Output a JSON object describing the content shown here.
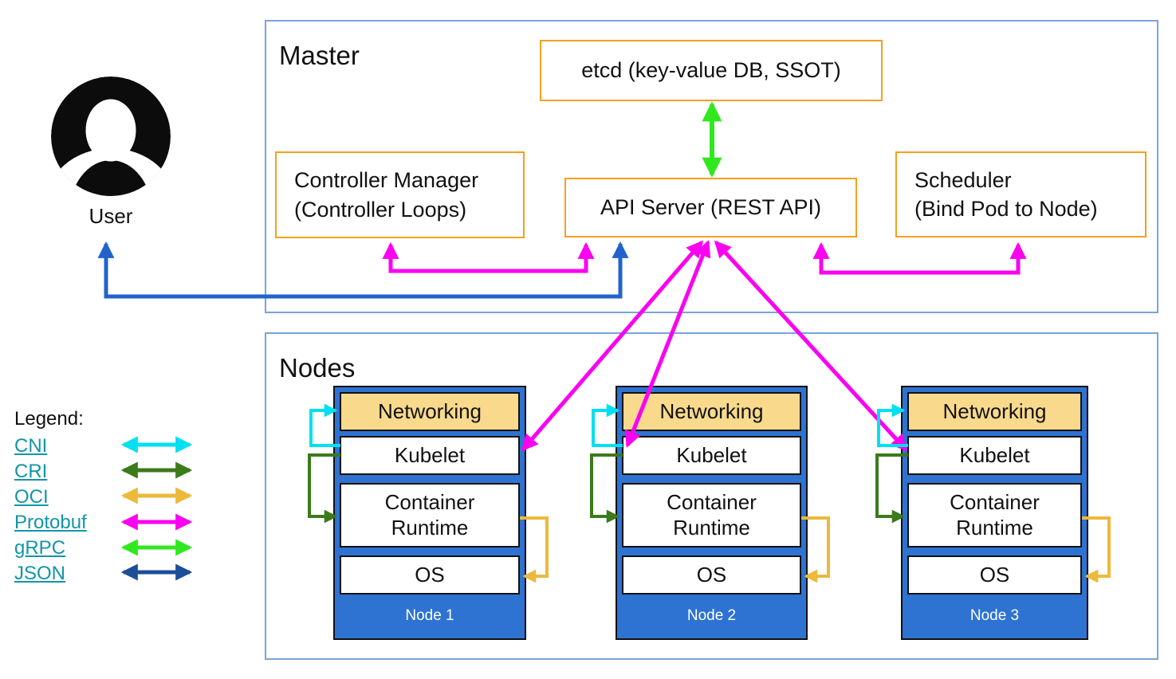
{
  "colors": {
    "magenta": "#fa00f0",
    "cyan": "#00e0f2",
    "cri_green": "#3c7a1b",
    "oci_gold": "#edb93b",
    "grpc_green": "#31e81f",
    "json_navy": "#1d4e96",
    "user_blue": "#2263cb",
    "node_blue": "#2e73d1",
    "networking_tan": "#f9da8c",
    "box_border_orange": "#f5a01e",
    "panel_border_blue": "#7aa4d8",
    "legend_link_teal": "#1295a8"
  },
  "user": {
    "label": "User"
  },
  "master": {
    "title": "Master",
    "etcd": "etcd (key-value DB, SSOT)",
    "api_server": "API Server (REST API)",
    "controller_manager_line1": "Controller Manager",
    "controller_manager_line2": "(Controller Loops)",
    "scheduler_line1": "Scheduler",
    "scheduler_line2": "(Bind Pod to Node)"
  },
  "nodes_section": {
    "title": "Nodes",
    "nodes": [
      {
        "title": "Node 1",
        "layers": [
          "Networking",
          "Kubelet",
          "Container Runtime",
          "OS"
        ]
      },
      {
        "title": "Node 2",
        "layers": [
          "Networking",
          "Kubelet",
          "Container Runtime",
          "OS"
        ]
      },
      {
        "title": "Node 3",
        "layers": [
          "Networking",
          "Kubelet",
          "Container Runtime",
          "OS"
        ]
      }
    ]
  },
  "legend": {
    "title": "Legend:",
    "items": [
      {
        "label": "CNI"
      },
      {
        "label": "CRI"
      },
      {
        "label": "OCI"
      },
      {
        "label": "Protobuf"
      },
      {
        "label": "gRPC"
      },
      {
        "label": "JSON"
      }
    ]
  }
}
